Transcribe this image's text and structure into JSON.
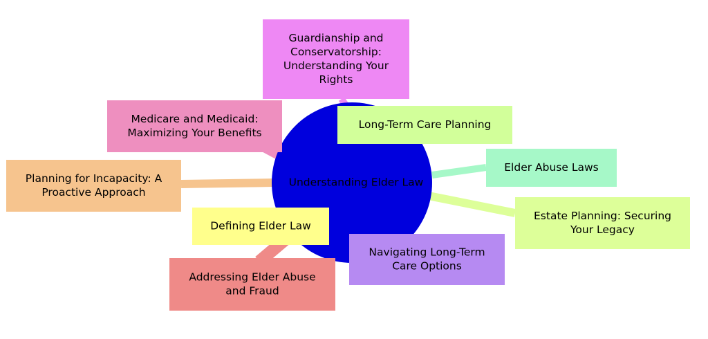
{
  "root": {
    "label": "Understanding Elder Law",
    "color": "#0000dd",
    "text_color": "#ffffff"
  },
  "nodes": [
    {
      "id": "guardianship",
      "lines": [
        "Guardianship and",
        "Conservatorship:",
        "Understanding Your",
        "Rights"
      ],
      "color": "#ee88f4",
      "text_color": "#000000"
    },
    {
      "id": "long-term-care-planning",
      "lines": [
        "Long-Term Care Planning"
      ],
      "color": "#d2ff9a",
      "text_color": "#000000"
    },
    {
      "id": "medicare-medicaid",
      "lines": [
        "Medicare and Medicaid:",
        "Maximizing Your Benefits"
      ],
      "color": "#ee8fbf",
      "text_color": "#000000"
    },
    {
      "id": "elder-abuse-laws",
      "lines": [
        "Elder Abuse Laws"
      ],
      "color": "#a6f8c8",
      "text_color": "#000000"
    },
    {
      "id": "planning-incapacity",
      "lines": [
        "Planning for Incapacity: A",
        "Proactive Approach"
      ],
      "color": "#f6c48e",
      "text_color": "#000000"
    },
    {
      "id": "estate-planning",
      "lines": [
        "Estate Planning: Securing",
        "Your Legacy"
      ],
      "color": "#ddff99",
      "text_color": "#000000"
    },
    {
      "id": "defining-elder-law",
      "lines": [
        "Defining Elder Law"
      ],
      "color": "#ffff8c",
      "text_color": "#000000"
    },
    {
      "id": "navigating-ltc",
      "lines": [
        "Navigating Long-Term",
        "Care Options"
      ],
      "color": "#b68af2",
      "text_color": "#ffffff"
    },
    {
      "id": "addressing-abuse-fraud",
      "lines": [
        "Addressing Elder Abuse",
        "and Fraud"
      ],
      "color": "#ef8a88",
      "text_color": "#000000"
    }
  ]
}
